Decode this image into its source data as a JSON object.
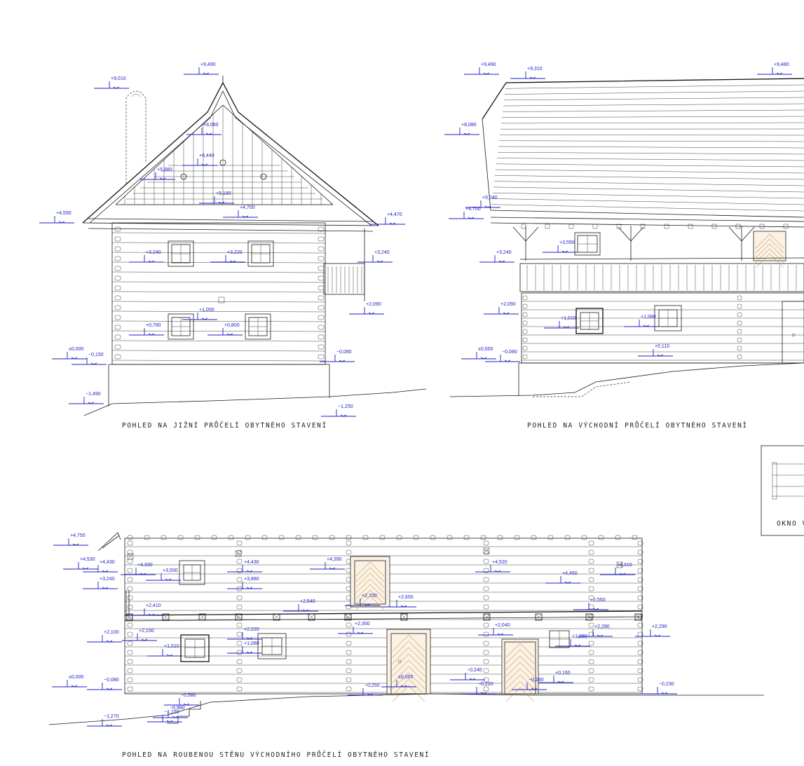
{
  "drawing": {
    "views": [
      {
        "id": "south",
        "caption": "POHLED NA JIŽNÍ PRŮČELÍ OBYTNÉHO STAVENÍ",
        "levels": [
          "+9,490",
          "+9,010",
          "+8,060",
          "+6,440",
          "+5,980",
          "+5,180",
          "+4,700",
          "+4,550",
          "+4,470",
          "+3,240",
          "+3,220",
          "+3,240",
          "+2,090",
          "+1,000",
          "+0,780",
          "+0,800",
          "±0,000",
          "−0,150",
          "−0,080",
          "−1,250",
          "−1,490"
        ]
      },
      {
        "id": "east",
        "caption": "POHLED NA VÝCHODNÍ PRŮČELÍ OBYTNÉHO STAVENÍ",
        "levels": [
          "+9,490",
          "+9,310",
          "+9,480",
          "+8,080",
          "+5,040",
          "+4,700",
          "+3,550",
          "+3,240",
          "+2,090",
          "+1,010",
          "+1,080",
          "+0,110",
          "±0,000",
          "−0,080"
        ]
      },
      {
        "id": "log-wall",
        "caption": "POHLED NA ROUBENOU STĚNU VÝCHODNÍHO PRŮČELÍ OBYTNÉHO STAVENÍ",
        "levels": [
          "+4,750",
          "+4,530",
          "+4,430",
          "+4,330",
          "+3,550",
          "+4,430",
          "+3,880",
          "+4,390",
          "+4,520",
          "+4,310",
          "+4,460",
          "+3,240",
          "+2,410",
          "+2,540",
          "+2,700",
          "+2,650",
          "+2,550",
          "+2,100",
          "+2,150",
          "+2,220",
          "+2,350",
          "+2,040",
          "+2,280",
          "+2,290",
          "+1,380",
          "+1,010",
          "+1,080",
          "±0,000",
          "−0,080",
          "−0,580",
          "−0,980",
          "−1,150",
          "−1,270",
          "−0,250",
          "±0,000",
          "−0,240",
          "−0,220",
          "−0,180",
          "+0,160",
          "−0,230"
        ]
      }
    ],
    "legend": {
      "label": "OKNO V"
    }
  }
}
